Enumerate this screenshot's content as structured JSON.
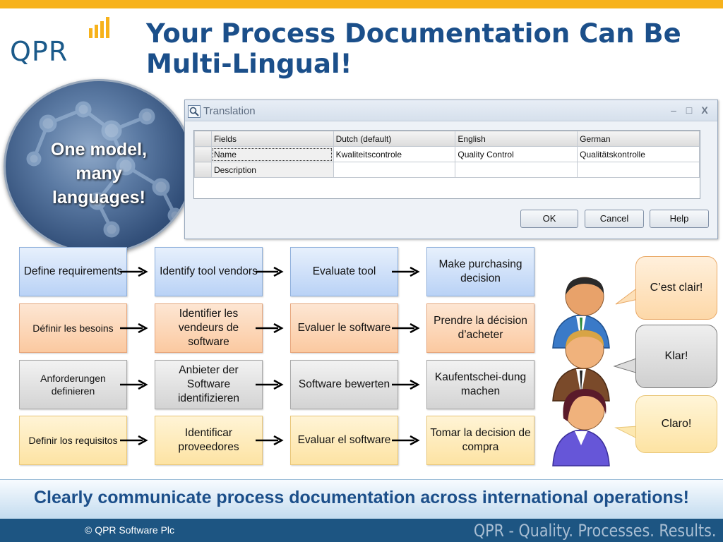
{
  "slide": {
    "title": "Your Process Documentation Can Be Multi-Lingual!",
    "logo_text": "QPR",
    "circle_lines": [
      "One model,",
      "many",
      "languages!"
    ],
    "banner": "Clearly communicate process documentation across international operations!",
    "footer_copy": "© QPR Software Plc",
    "footer_tagline": "QPR - Quality. Processes. Results."
  },
  "dialog": {
    "title": "Translation",
    "controls": {
      "minimize": "–",
      "maximize": "□",
      "close": "X"
    },
    "columns": [
      "Fields",
      "Dutch (default)",
      "English",
      "German"
    ],
    "rows": [
      {
        "field": "Name",
        "dutch": "Kwaliteitscontrole",
        "english": "Quality Control",
        "german": "Qualitätskontrolle"
      },
      {
        "field": "Description",
        "dutch": "",
        "english": "",
        "german": ""
      }
    ],
    "buttons": {
      "ok": "OK",
      "cancel": "Cancel",
      "help": "Help"
    }
  },
  "process_rows": [
    {
      "language": "English",
      "color": "blue",
      "steps": [
        "Define requirements",
        "Identify tool vendors",
        "Evaluate tool",
        "Make purchasing decision"
      ]
    },
    {
      "language": "French",
      "color": "orange",
      "steps": [
        "Définir les besoins",
        "Identifier les vendeurs de software",
        "Evaluer le software",
        "Prendre la décision d’acheter"
      ]
    },
    {
      "language": "German",
      "color": "gray",
      "steps": [
        "Anforderungen definieren",
        "Anbieter der Software identifizieren",
        "Software bewerten",
        "Kaufentschei-dung machen"
      ]
    },
    {
      "language": "Spanish",
      "color": "yellow",
      "steps": [
        "Definir los requisitos",
        "Identificar proveedores",
        "Evaluar el software",
        "Tomar la decision de compra"
      ]
    }
  ],
  "bubbles": [
    "C’est clair!",
    "Klar!",
    "Claro!"
  ],
  "colors": {
    "accent_bar": "#f7b21b",
    "title": "#1b4f8a",
    "footer": "#1d5582",
    "blue_box": "#b9d2f6",
    "orange_box": "#fbc9a0",
    "gray_box": "#d3d3d3",
    "yellow_box": "#fde3a3"
  },
  "icons": {
    "dialog_icon": "magnifier-icon",
    "arrows": "right-arrow-icon",
    "people": "person-icon"
  }
}
